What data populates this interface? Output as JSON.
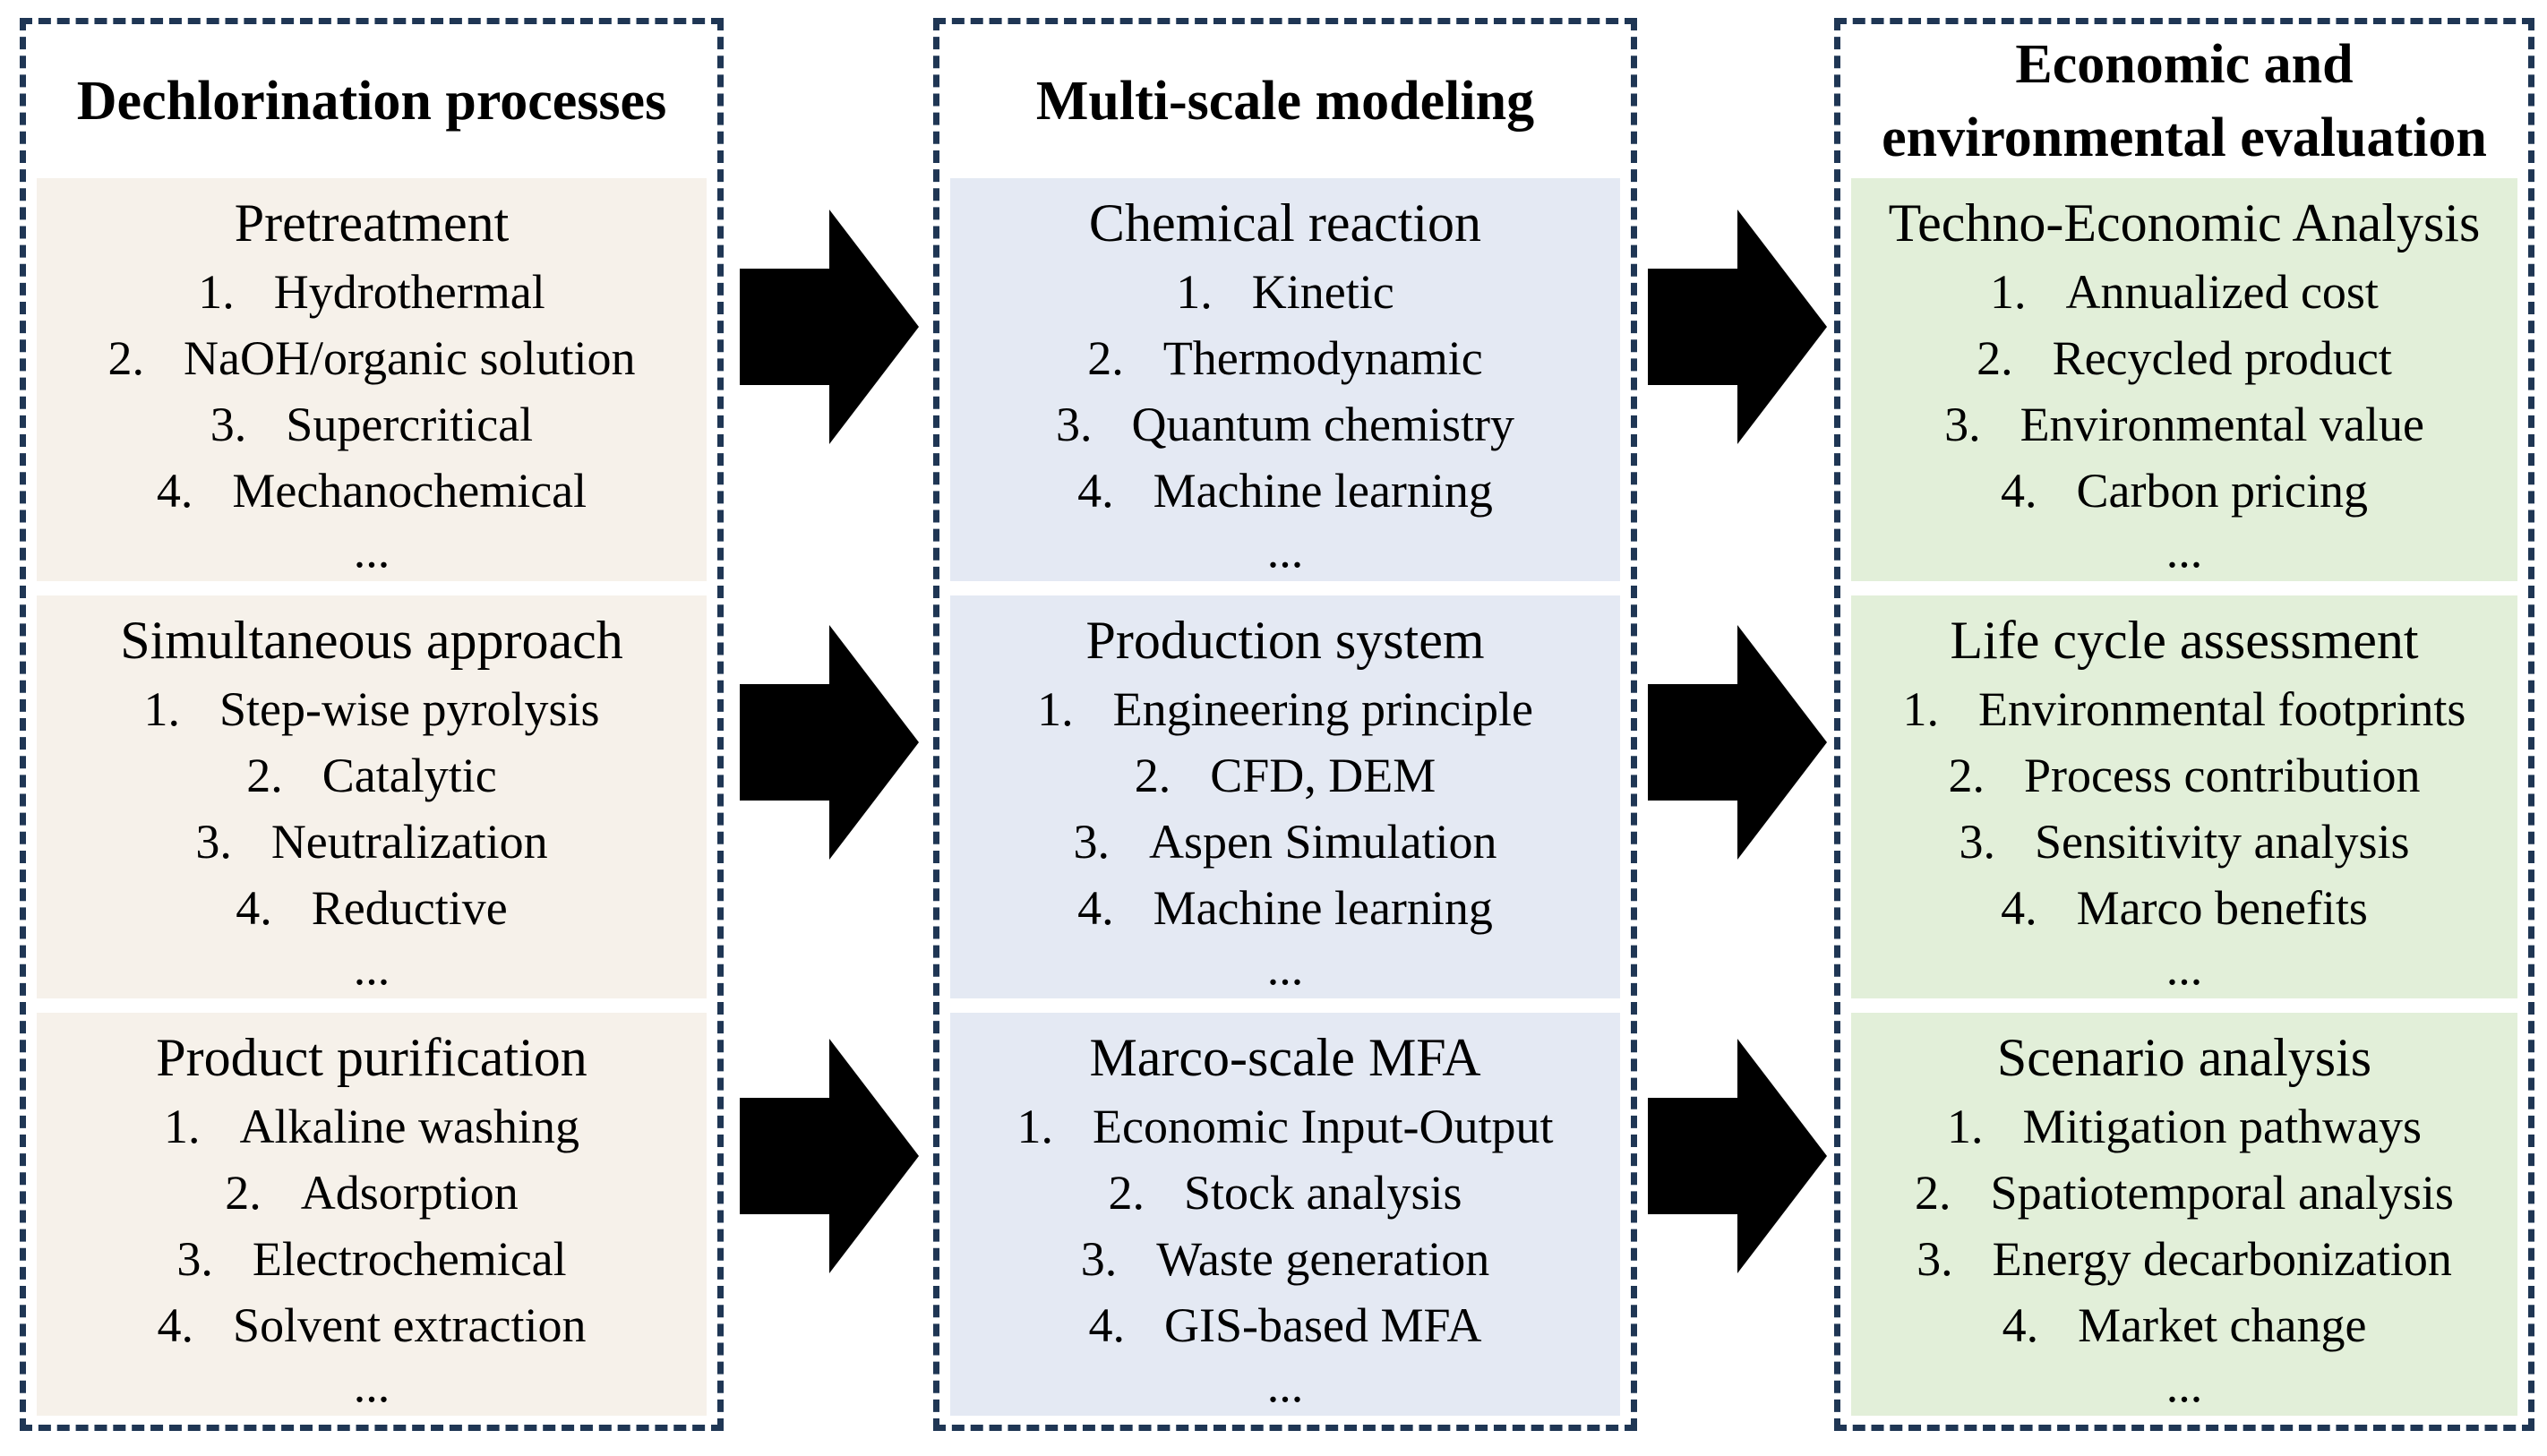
{
  "columns": [
    {
      "title": "Dechlorination processes",
      "sections": [
        {
          "title": "Pretreatment",
          "items": [
            "Hydrothermal",
            "NaOH/organic solution",
            "Supercritical",
            "Mechanochemical"
          ],
          "ellipsis": "..."
        },
        {
          "title": "Simultaneous approach",
          "items": [
            "Step-wise pyrolysis",
            "Catalytic",
            "Neutralization",
            "Reductive"
          ],
          "ellipsis": "..."
        },
        {
          "title": "Product purification",
          "items": [
            "Alkaline washing",
            "Adsorption",
            "Electrochemical",
            "Solvent extraction"
          ],
          "ellipsis": "..."
        }
      ]
    },
    {
      "title": "Multi-scale modeling",
      "sections": [
        {
          "title": "Chemical reaction",
          "items": [
            "Kinetic",
            "Thermodynamic",
            "Quantum chemistry",
            "Machine learning"
          ],
          "ellipsis": "..."
        },
        {
          "title": "Production system",
          "items": [
            "Engineering principle",
            "CFD, DEM",
            "Aspen Simulation",
            "Machine learning"
          ],
          "ellipsis": "..."
        },
        {
          "title": "Marco-scale MFA",
          "items": [
            "Economic Input-Output",
            "Stock analysis",
            "Waste generation",
            "GIS-based MFA"
          ],
          "ellipsis": "..."
        }
      ]
    },
    {
      "title": "Economic and\nenvironmental evaluation",
      "sections": [
        {
          "title": "Techno-Economic Analysis",
          "items": [
            "Annualized cost",
            "Recycled product",
            "Environmental value",
            "Carbon pricing"
          ],
          "ellipsis": "..."
        },
        {
          "title": "Life cycle assessment",
          "items": [
            "Environmental footprints",
            "Process contribution",
            "Sensitivity analysis",
            "Marco benefits"
          ],
          "ellipsis": "..."
        },
        {
          "title": "Scenario analysis",
          "items": [
            "Mitigation pathways",
            "Spatiotemporal analysis",
            "Energy decarbonization",
            "Market change"
          ],
          "ellipsis": "..."
        }
      ]
    }
  ],
  "arrow_color": "#000000",
  "colors": {
    "border": "#1f3654",
    "dechlorination_bg": "#f6f1ea",
    "modeling_bg": "#e4e9f3",
    "evaluation_bg": "#e2efd9"
  }
}
